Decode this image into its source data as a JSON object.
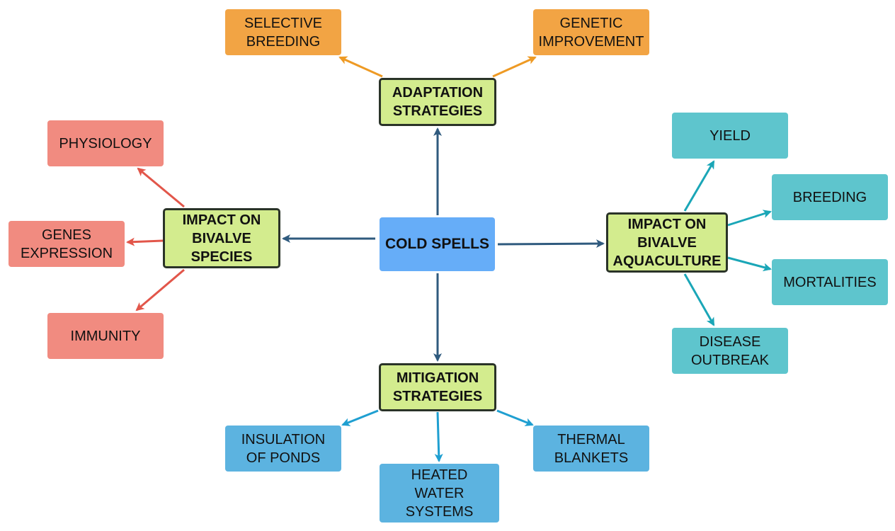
{
  "colors": {
    "center": "#66adf8",
    "hub_fill": "#d3ec8e",
    "hub_border": "#2a3328",
    "adaptation": "#f2a444",
    "species": "#f18b80",
    "aquaculture": "#5ec5cd",
    "mitigation": "#5cb3e0",
    "arrow_center": "#2f5a7e",
    "arrow_adaptation": "#ee9a24",
    "arrow_species": "#e2564a",
    "arrow_aquaculture": "#1aa6b7",
    "arrow_mitigation": "#1f9fd1"
  },
  "center": {
    "label": "COLD SPELLS"
  },
  "adaptation": {
    "label": "ADAPTATION\nSTRATEGIES",
    "children": [
      "SELECTIVE\nBREEDING",
      "GENETIC\nIMPROVEMENT"
    ]
  },
  "species": {
    "label": "IMPACT ON\nBIVALVE\nSPECIES",
    "children": [
      "PHYSIOLOGY",
      "GENES\nEXPRESSION",
      "IMMUNITY"
    ]
  },
  "aquaculture": {
    "label": "IMPACT ON\nBIVALVE\nAQUACULTURE",
    "children": [
      "YIELD",
      "BREEDING",
      "MORTALITIES",
      "DISEASE\nOUTBREAK"
    ]
  },
  "mitigation": {
    "label": "MITIGATION\nSTRATEGIES",
    "children": [
      "INSULATION\nOF PONDS",
      "HEATED\nWATER\nSYSTEMS",
      "THERMAL\nBLANKETS"
    ]
  }
}
